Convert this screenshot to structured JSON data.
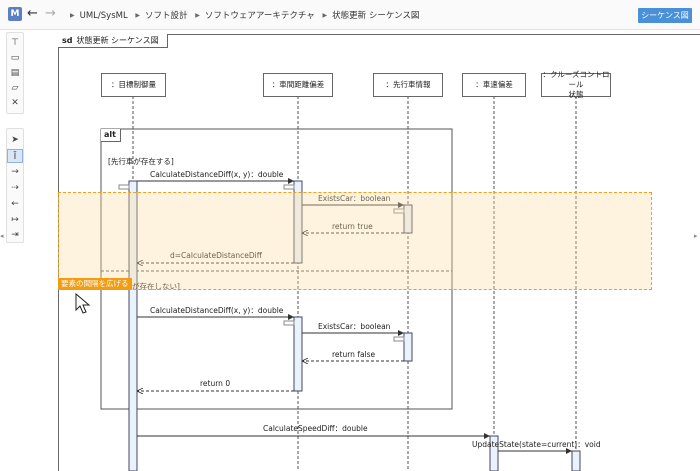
{
  "app": {
    "icon_letter": "M"
  },
  "nav": {
    "back": "←",
    "forward": "→"
  },
  "breadcrumb": [
    "UML/SysML",
    "ソフト設計",
    "ソフトウェアアーキテクチャ",
    "状態更新 シーケンス図"
  ],
  "toolbar": {
    "diagram_type_button": "シーケンス図"
  },
  "palette_top": [
    "lifeline-tool-icon",
    "fragment-tool-icon",
    "frame-tool-icon",
    "note-tool-icon",
    "delete-tool-icon"
  ],
  "palette_bottom": [
    "pointer-tool-icon",
    "insert-space-tool-icon",
    "sync-message-tool-icon",
    "async-message-tool-icon",
    "reply-message-tool-icon",
    "create-message-tool-icon",
    "destroy-message-tool-icon"
  ],
  "diagram": {
    "frame_kind": "sd",
    "frame_name": "状態更新 シーケンス図",
    "lifelines": [
      {
        "name": "：目標制御量"
      },
      {
        "name": "：車間距離偏差"
      },
      {
        "name": "：先行車情報"
      },
      {
        "name": "：車速偏差"
      },
      {
        "name_line1": "：クルーズコントロール",
        "name_line2": "状態"
      }
    ],
    "alt": {
      "label": "alt",
      "guard1": "[先行車が存在する]",
      "guard2_suffix": "が存在しない]"
    },
    "messages": [
      "CalculateDistanceDiff(x, y)：double",
      "ExistsCar：boolean",
      "return true",
      "d=CalculateDistanceDiff",
      "CalculateDistanceDiff(x, y)：double",
      "ExistsCar：boolean",
      "return false",
      "return 0",
      "CalculateSpeedDiff：double",
      "UpdateState(state=current)：void"
    ],
    "highlight_hint": "要素の間隔を広げる",
    "accent": "#f39c12",
    "button_color": "#4a90d9"
  }
}
